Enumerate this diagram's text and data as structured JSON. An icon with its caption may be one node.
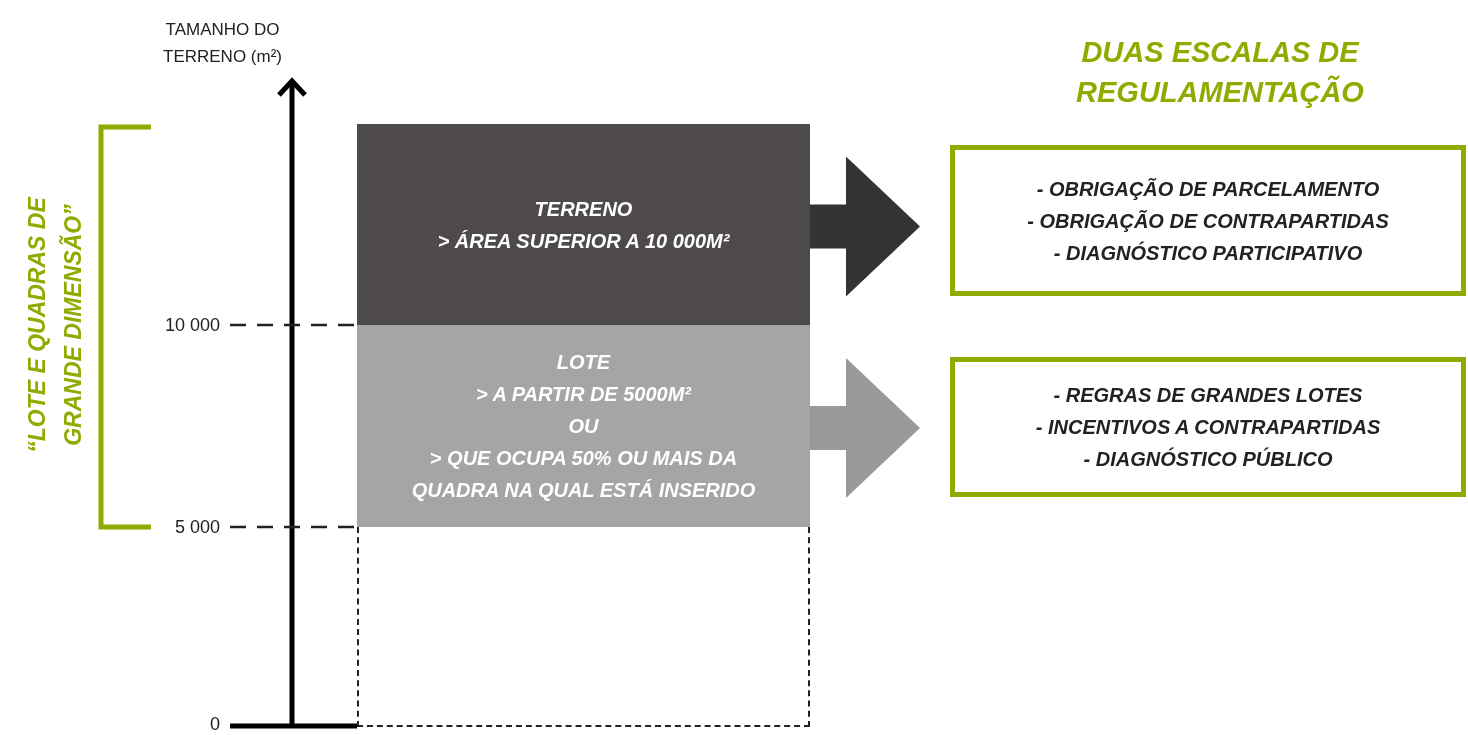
{
  "diagram": {
    "title": "DUAS ESCALAS DE REGULAMENTAÇÃO",
    "nodes": [
      {
        "text": [
          "TERRENO",
          "> ÁREA SUPERIOR A 10 000M²"
        ]
      },
      {
        "text": [
          "LOTE",
          "> A PARTIR DE 5000M²",
          "OU",
          "> QUE OCUPA 50% OU MAIS DA QUADRA NA QUAL ESTÁ INSERIDO"
        ]
      },
      {
        "text": [],
        "shape": "box"
      },
      {
        "text": [
          "- OBRIGAÇÃO DE PARCELAMENTO",
          "- OBRIGAÇÃO DE CONTRAPARTIDAS",
          "- DIAGNÓSTICO PARTICIPATIVO"
        ]
      },
      {
        "text": [
          "- REGRAS DE GRANDES LOTES",
          "- INCENTIVOS A CONTRAPARTIDAS",
          "- DIAGNÓSTICO PÚBLICO"
        ]
      }
    ],
    "edges": [
      {
        "from": 0,
        "to": 3,
        "arrow": "to",
        "color": "#333333"
      },
      {
        "from": 1,
        "to": 4,
        "arrow": "to",
        "color": "#999999"
      }
    ],
    "labels": [
      "TAMANHO DO TERRENO (m²)",
      "“LOTE E QUADRAS DE GRANDE DIMENSÃO”",
      "10 000",
      "5 000",
      "0"
    ]
  }
}
